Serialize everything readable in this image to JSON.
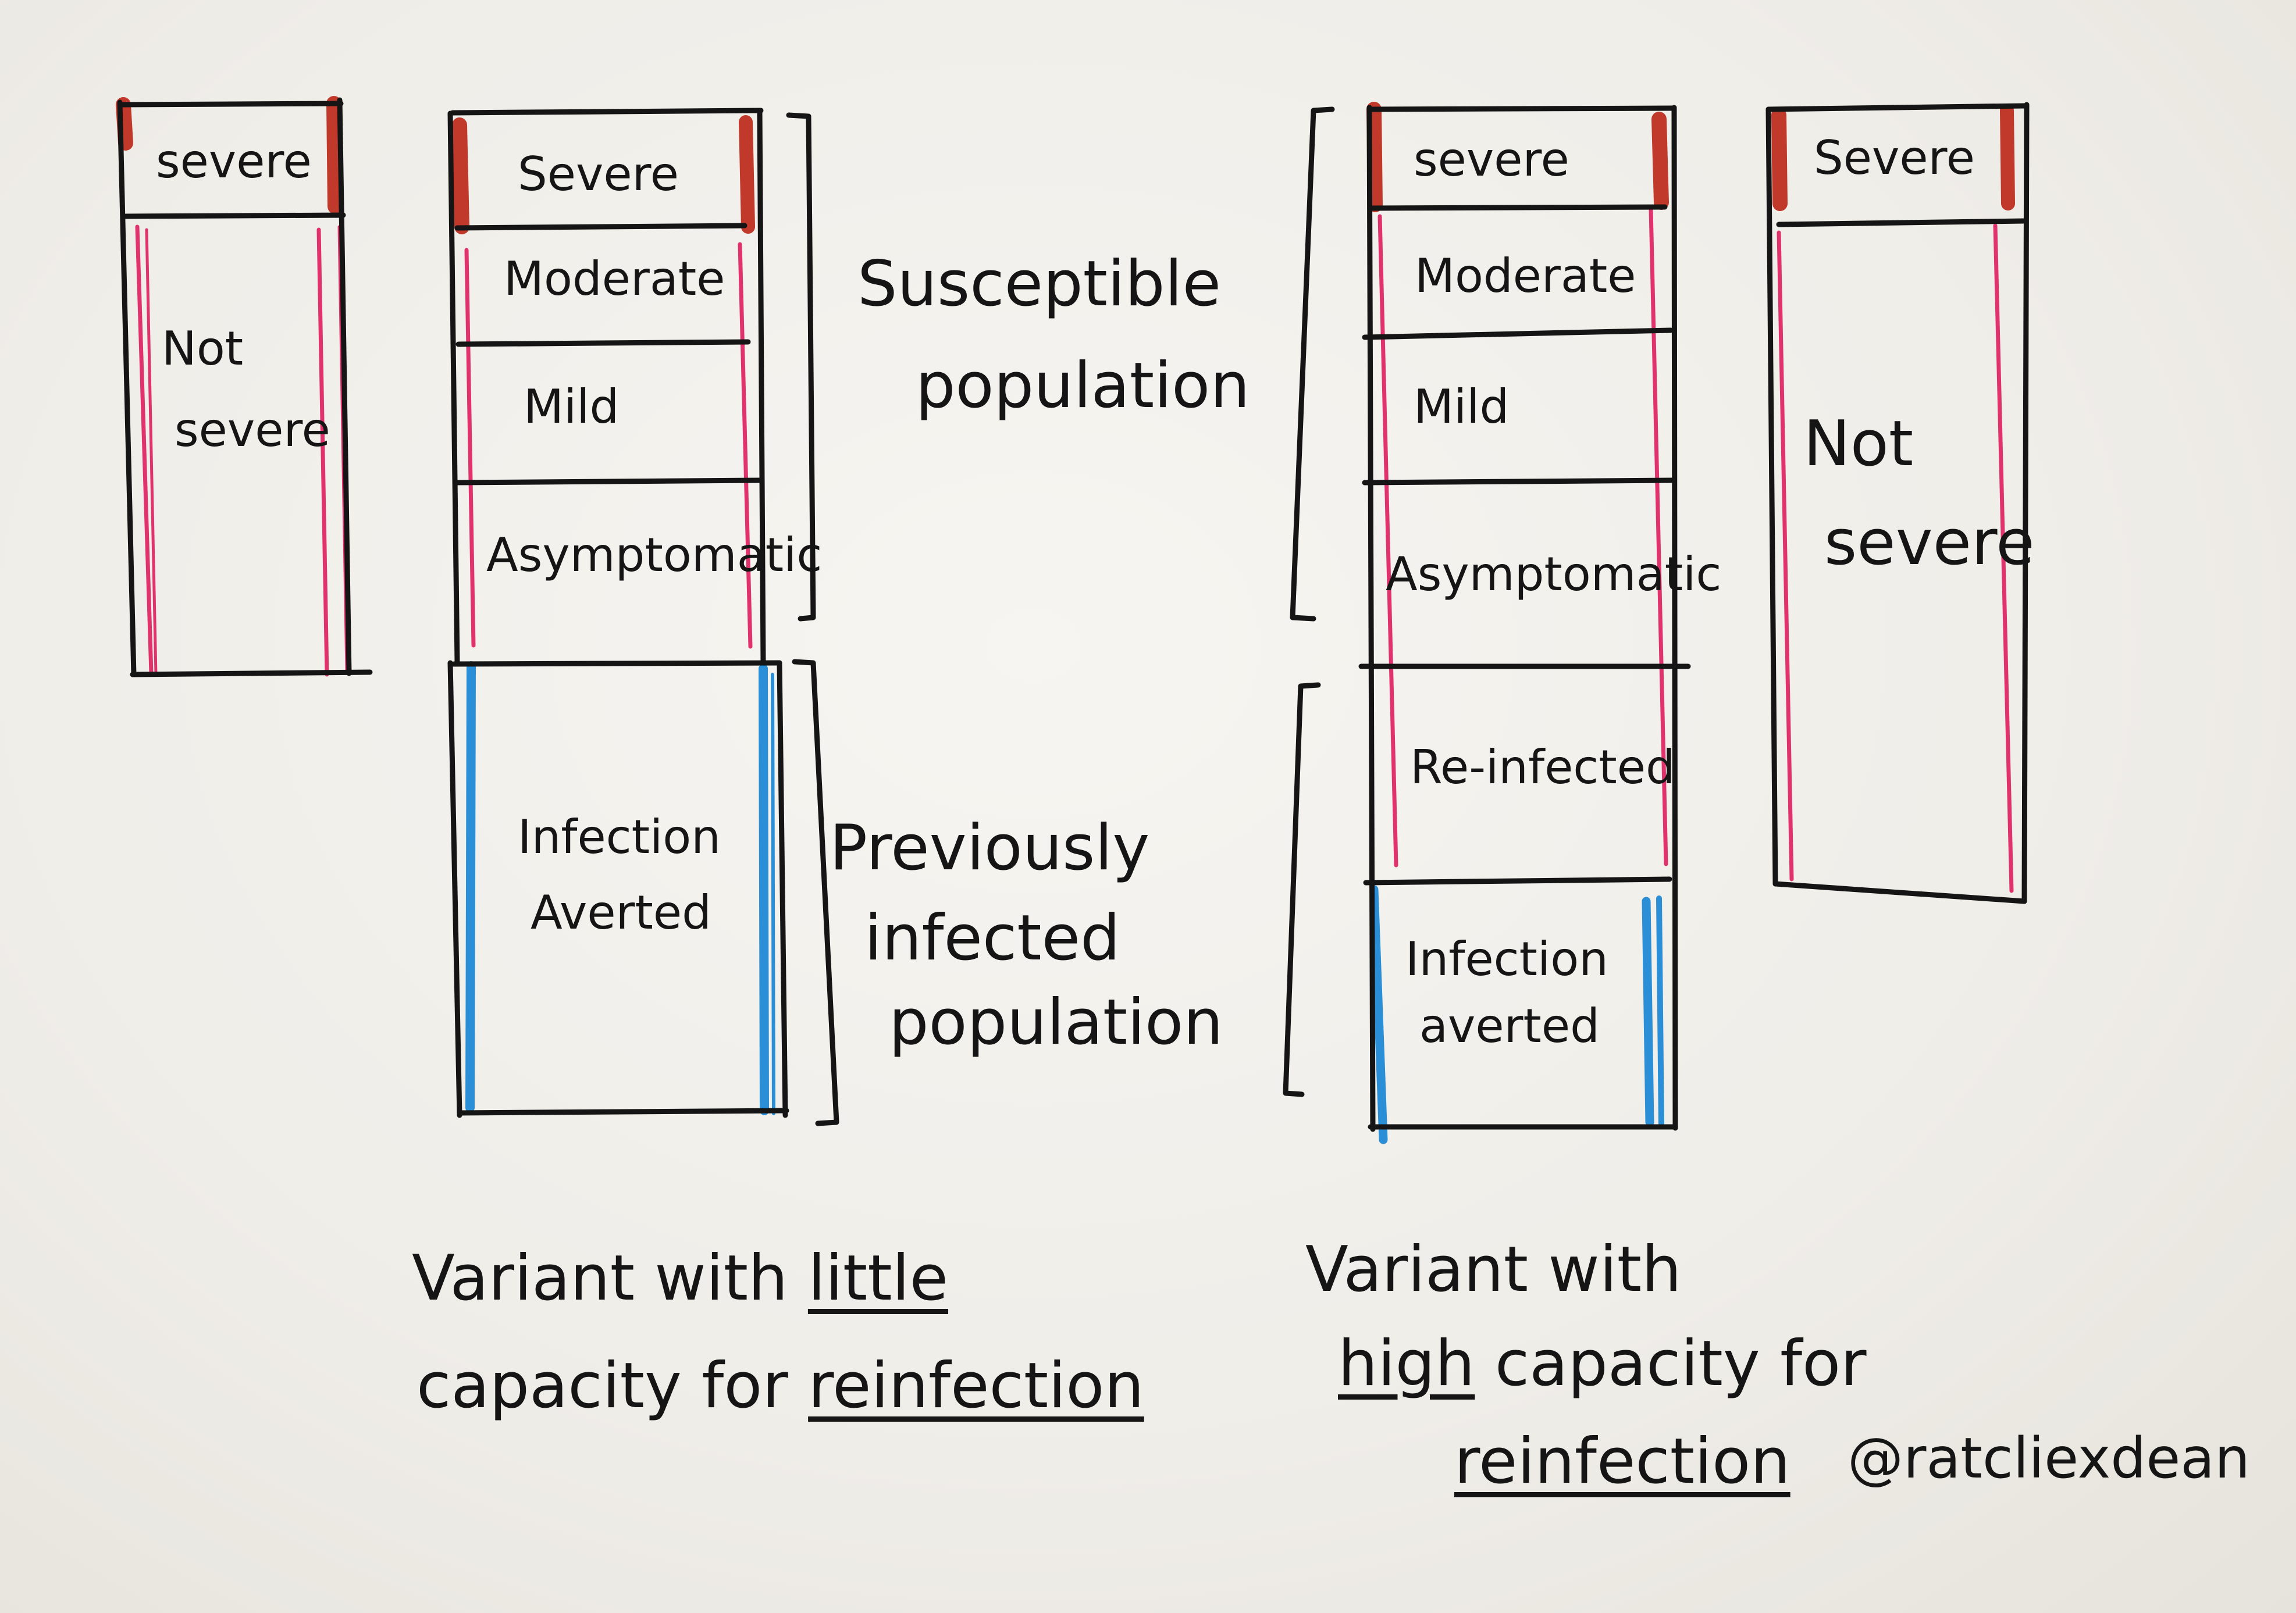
{
  "colors": {
    "ink": "#151515",
    "severe": "#c0392b",
    "not_severe": "#e0336e",
    "averted": "#2a8fd6"
  },
  "col1": {
    "severe": "severe",
    "not_severe_1": "Not",
    "not_severe_2": "severe"
  },
  "col2": {
    "severe": "Severe",
    "moderate": "Moderate",
    "mild": "Mild",
    "asymptomatic": "Asymptomatic",
    "averted_1": "Infection",
    "averted_2": "Averted"
  },
  "col3": {
    "severe": "severe",
    "moderate": "Moderate",
    "mild": "Mild",
    "asymptomatic": "Asymptomatic",
    "reinfected": "Re-infected",
    "averted_1": "Infection",
    "averted_2": "averted"
  },
  "col4": {
    "severe": "Severe",
    "not_severe_1": "Not",
    "not_severe_2": "severe"
  },
  "labels": {
    "susceptible_1": "Susceptible",
    "susceptible_2": "population",
    "previously_1": "Previously",
    "previously_2": "infected",
    "previously_3": "population"
  },
  "captions": {
    "left_1": "Variant with",
    "left_u1": "little",
    "left_2": "capacity for",
    "left_u2": "reinfection",
    "right_1": "Variant with",
    "right_u1": "high",
    "right_2": "capacity for",
    "right_u2": "reinfection"
  },
  "signature": "@ratcliexdean"
}
